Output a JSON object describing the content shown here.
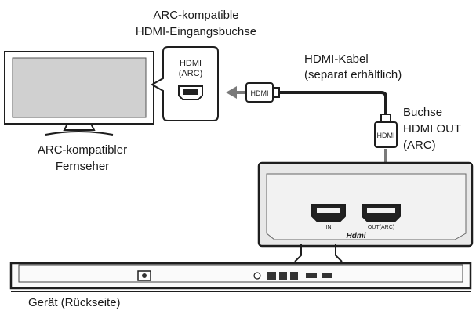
{
  "labels": {
    "tv_port_line1": "ARC-kompatible",
    "tv_port_line2": "HDMI-Eingangsbuchse",
    "cable_line1": "HDMI-Kabel",
    "cable_line2": "(separat erhältlich)",
    "tv_line1": "ARC-kompatibler",
    "tv_line2": "Fernseher",
    "out_line1": "Buchse",
    "out_line2": "HDMI OUT",
    "out_line3": "(ARC)",
    "device": "Gerät (Rückseite)"
  },
  "port_callout": {
    "line1": "HDMI",
    "line2": "(ARC)"
  },
  "connectors": {
    "horizontal_plug_text": "HDMI",
    "vertical_plug_text": "HDMI"
  },
  "panel": {
    "in_label": "IN",
    "out_label": "OUT(ARC)",
    "logo": "Hdmi"
  },
  "colors": {
    "outline": "#1e1e1e",
    "tv_screen": "#d0d0d0",
    "arrow": "#7a7a7a",
    "panel_bg": "#e8e8e8",
    "port_fill": "#222222"
  }
}
